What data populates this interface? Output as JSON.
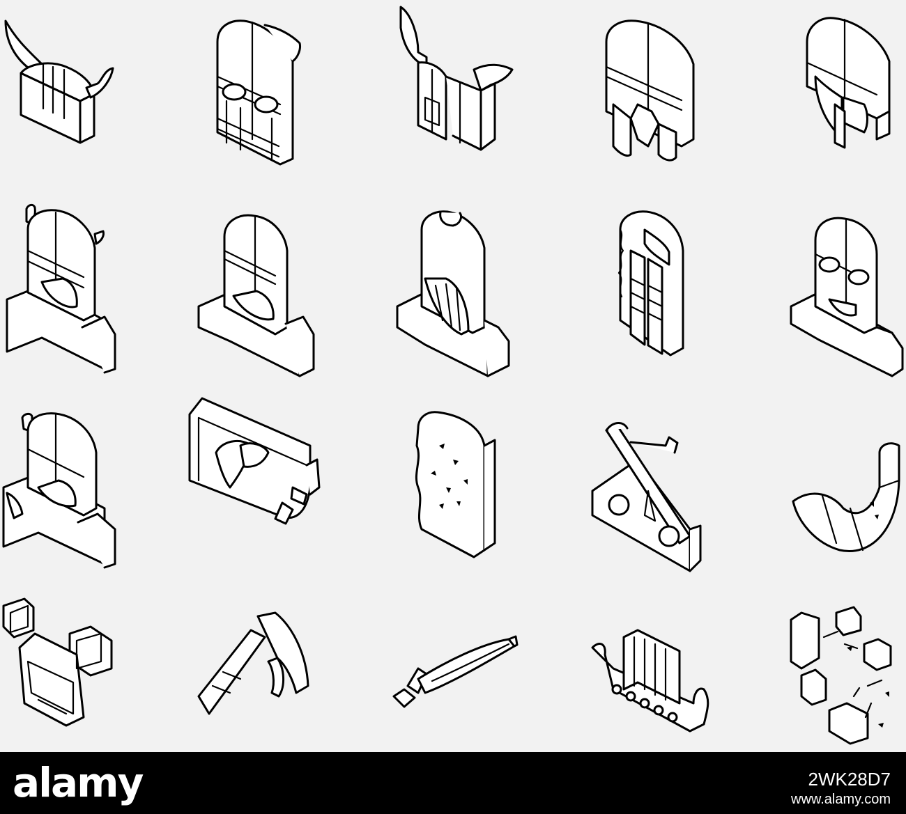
{
  "brand": {
    "logo_text": "alamy",
    "image_id": "2WK28D7",
    "credit_url": "www.alamy.com"
  },
  "colors": {
    "background": "#f2f2f2",
    "line": "#000000",
    "fill": "#ffffff",
    "footer": "#000000"
  },
  "icons": [
    "horned-helmet-icon",
    "masked-helmet-icon",
    "winged-horned-helmet-icon",
    "braided-helmet-icon",
    "nasal-guard-helmet-icon",
    "viking-warrior-horned-helmet-icon",
    "viking-warrior-nasal-helmet-icon",
    "viking-warrior-hooded-icon",
    "viking-woman-braids-icon",
    "viking-warrior-masked-icon",
    "viking-chief-icon",
    "shield-banner-raven-icon",
    "rune-stone-icon",
    "viking-house-icon",
    "drinking-horn-icon",
    "armor-vest-icon",
    "battle-axe-icon",
    "sword-icon",
    "longship-icon",
    "runes-scattered-icon"
  ]
}
